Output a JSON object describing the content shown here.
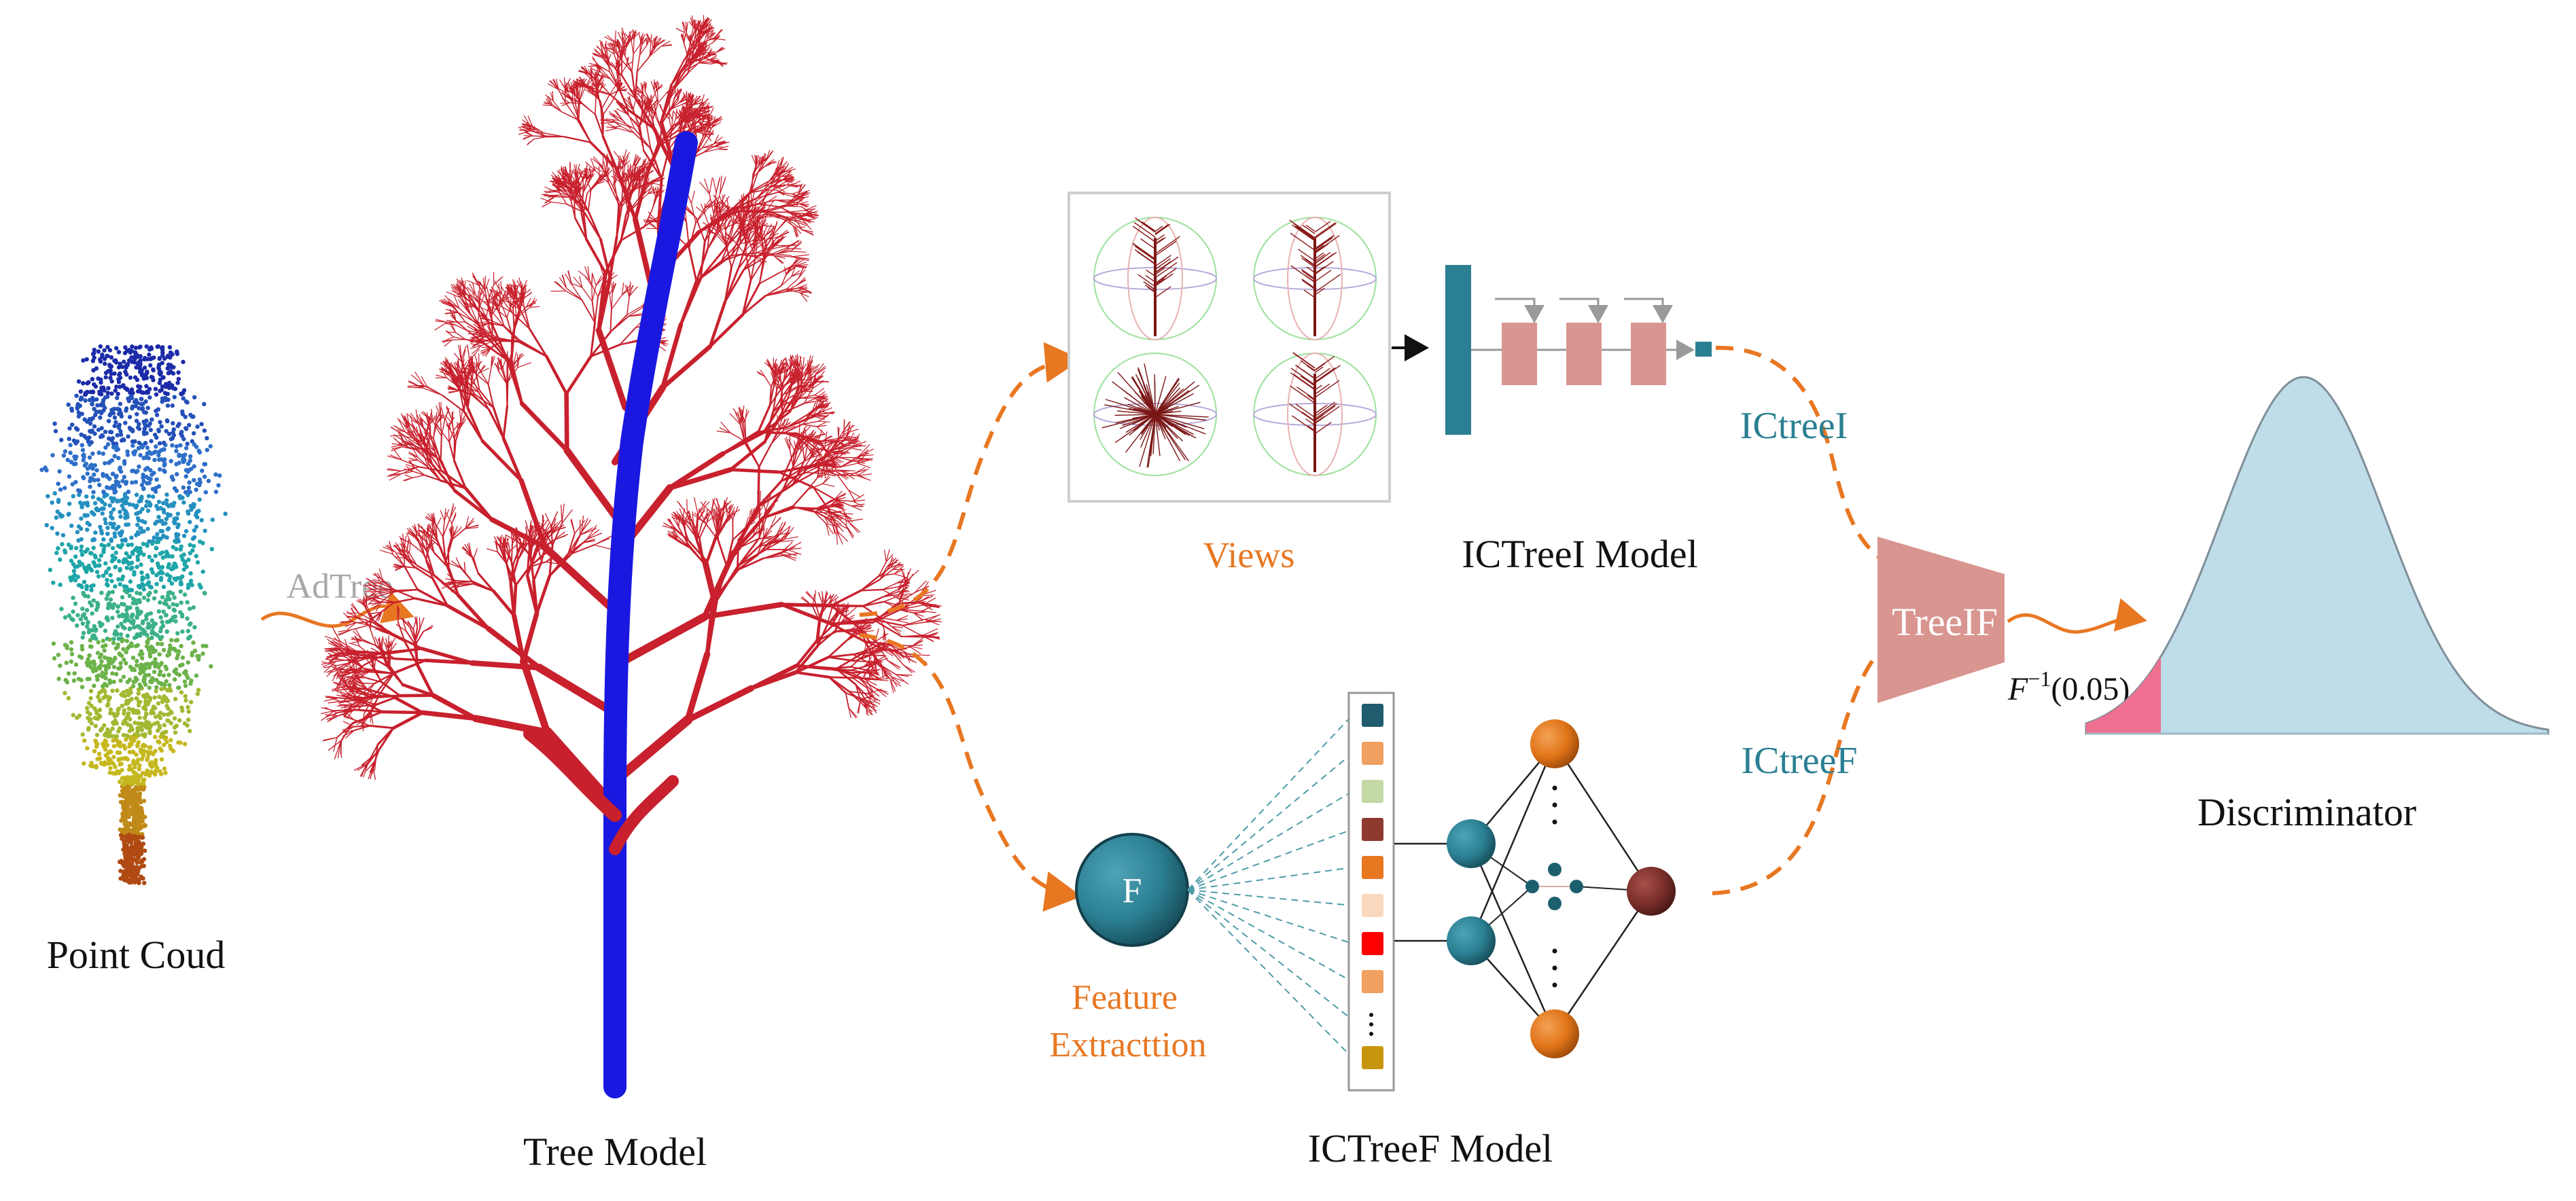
{
  "labels": {
    "point_cloud": "Point Coud",
    "adtree": "AdTree",
    "tree_model": "Tree Model",
    "views": "Views",
    "ictreei_model": "ICTreeI Model",
    "ictreei_edge": "ICtreeI",
    "ictreef_edge": "ICtreeF",
    "feature_node": "F",
    "feature_extraction_line1": "Feature",
    "feature_extraction_line2": "Extracttion",
    "ictreef_model": "ICTreeF Model",
    "treeif": "TreeIF",
    "quantile_base": "F",
    "quantile_exp": "−1",
    "quantile_arg": "(0.05)",
    "discriminator": "Discriminator"
  },
  "colors": {
    "orange": "#E87722",
    "teal": "#2B7F92",
    "teal_dark": "#1E5F6E",
    "salmon": "#D99590",
    "light_blue": "#BFDCE9",
    "pink": "#EE6F8F",
    "tree_red": "#C8202D",
    "trunk_blue": "#1A18E0",
    "gray_text": "#A8A8A8"
  },
  "feature_vector_colors": [
    "#1F5C6E",
    "#F0A060",
    "#C5D9A6",
    "#8E3A2E",
    "#E87722",
    "#FAD8BE",
    "#FF0000",
    "#F0A060",
    "dots",
    "#C8960E"
  ]
}
